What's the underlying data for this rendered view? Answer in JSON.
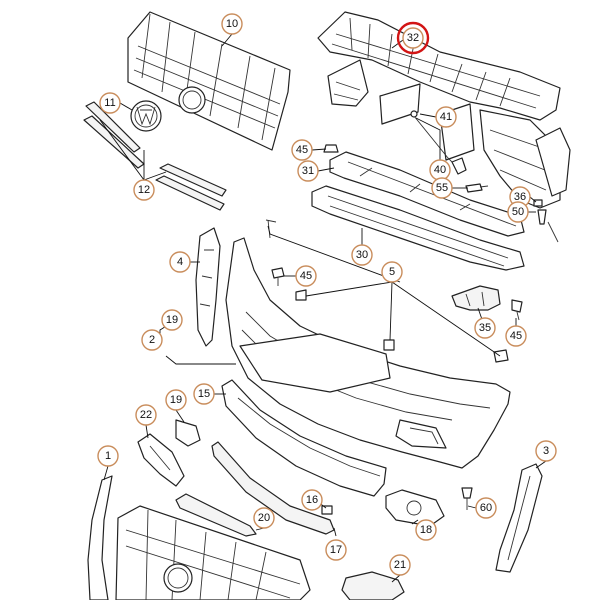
{
  "diagram": {
    "callouts": [
      {
        "key": "c10",
        "label": "10"
      },
      {
        "key": "c32",
        "label": "32"
      },
      {
        "key": "c11",
        "label": "11"
      },
      {
        "key": "c41",
        "label": "41"
      },
      {
        "key": "c45a",
        "label": "45"
      },
      {
        "key": "c31",
        "label": "31"
      },
      {
        "key": "c40",
        "label": "40"
      },
      {
        "key": "c12",
        "label": "12"
      },
      {
        "key": "c55",
        "label": "55"
      },
      {
        "key": "c36",
        "label": "36"
      },
      {
        "key": "c50",
        "label": "50"
      },
      {
        "key": "c30",
        "label": "30"
      },
      {
        "key": "c4",
        "label": "4"
      },
      {
        "key": "c45b",
        "label": "45"
      },
      {
        "key": "c5",
        "label": "5"
      },
      {
        "key": "c2",
        "label": "2"
      },
      {
        "key": "c19a",
        "label": "19"
      },
      {
        "key": "c35",
        "label": "35"
      },
      {
        "key": "c45c",
        "label": "45"
      },
      {
        "key": "c15",
        "label": "15"
      },
      {
        "key": "c19b",
        "label": "19"
      },
      {
        "key": "c22",
        "label": "22"
      },
      {
        "key": "c1",
        "label": "1"
      },
      {
        "key": "c3",
        "label": "3"
      },
      {
        "key": "c16",
        "label": "16"
      },
      {
        "key": "c60",
        "label": "60"
      },
      {
        "key": "c20",
        "label": "20"
      },
      {
        "key": "c18",
        "label": "18"
      },
      {
        "key": "c17",
        "label": "17"
      },
      {
        "key": "c21",
        "label": "21"
      }
    ],
    "highlighted": "32",
    "colors": {
      "callout_ring": "#c98d5c",
      "highlight_ring": "#d21414",
      "line": "#222222"
    }
  }
}
